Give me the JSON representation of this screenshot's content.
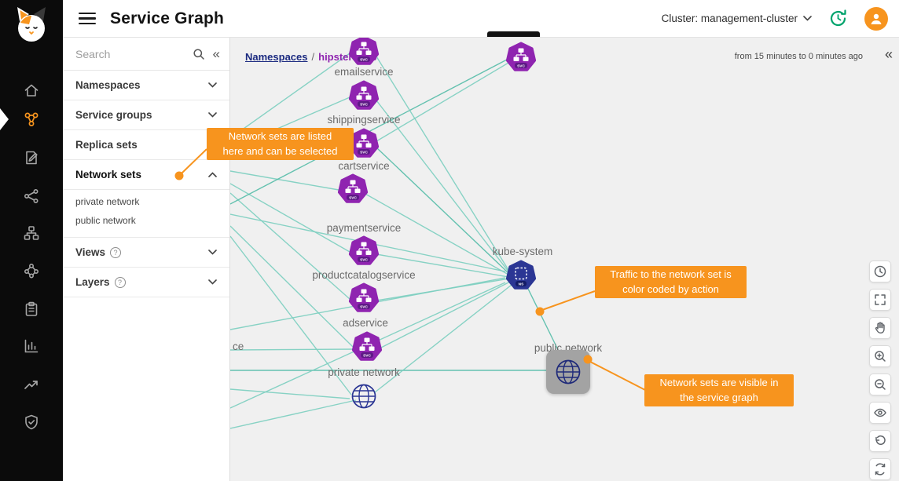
{
  "header": {
    "title": "Service Graph",
    "cluster_selector": "Cluster: management-cluster"
  },
  "sidebar": {
    "search_placeholder": "Search",
    "items": [
      {
        "label": "Namespaces"
      },
      {
        "label": "Service groups"
      },
      {
        "label": "Replica sets"
      },
      {
        "label": "Network sets",
        "children": [
          {
            "label": "private network"
          },
          {
            "label": "public network"
          }
        ]
      },
      {
        "label": "Views"
      },
      {
        "label": "Layers"
      }
    ]
  },
  "graph": {
    "breadcrumb_root": "Namespaces",
    "breadcrumb_separator": "/",
    "breadcrumb_current": "hipstershop",
    "time_range": "from 15 minutes to 0 minutes ago",
    "labels": {
      "emailservice": "emailservice",
      "shippingservice": "shippingservice",
      "cartservice": "cartservice",
      "paymentservice": "paymentservice",
      "productcatalogservice": "productcatalogservice",
      "adservice": "adservice",
      "kube_system": "kube-system",
      "private_network": "private network",
      "public_network": "public network",
      "truncated_left": "ce"
    },
    "badges": {
      "service": "SVC",
      "namespace": "NS"
    }
  },
  "callouts": [
    {
      "line1": "Network sets are listed",
      "line2": "here and can be selected"
    },
    {
      "line1": "Traffic to the network set is",
      "line2": "color coded by action"
    },
    {
      "line1": "Network sets are visible in",
      "line2": "the service graph"
    }
  ],
  "ui": {
    "collapse_glyph": "«",
    "help_glyph": "?"
  },
  "colors": {
    "accent_orange": "#f7941e",
    "node_purple": "#8f24b0",
    "namespace_navy": "#2b3694",
    "edge_teal": "#7ccfc0",
    "history_green": "#00a36c"
  }
}
